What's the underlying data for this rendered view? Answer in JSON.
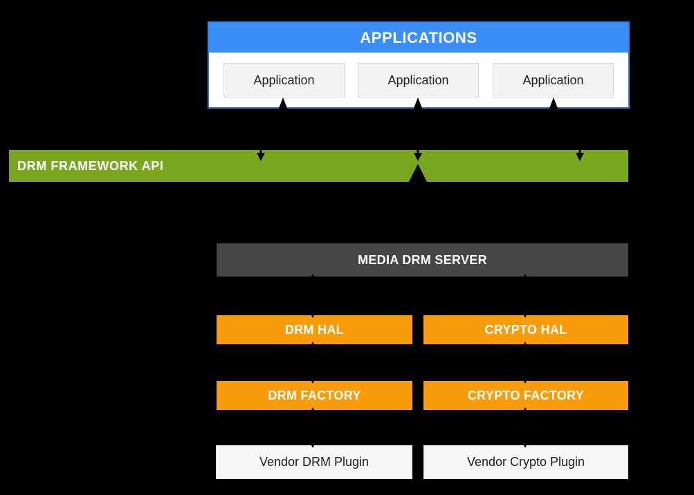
{
  "diagram": {
    "applications": {
      "header": "APPLICATIONS",
      "items": [
        {
          "label": "Application"
        },
        {
          "label": "Application"
        },
        {
          "label": "Application"
        }
      ]
    },
    "framework_api": {
      "label": "DRM FRAMEWORK API"
    },
    "media_drm_server": {
      "label": "MEDIA DRM SERVER"
    },
    "hals": [
      {
        "label": "DRM HAL"
      },
      {
        "label": "CRYPTO HAL"
      }
    ],
    "factories": [
      {
        "label": "DRM FACTORY"
      },
      {
        "label": "CRYPTO FACTORY"
      }
    ],
    "plugins": [
      {
        "label": "Vendor DRM Plugin"
      },
      {
        "label": "Vendor Crypto Plugin"
      }
    ],
    "colors": {
      "background": "#000000",
      "applications_header_blue": "#3b8ef6",
      "applications_border_blue": "#2f7fe2",
      "framework_green": "#7aa620",
      "media_server_gray": "#454545",
      "hal_orange": "#f99c0b",
      "light_box_fill": "#f3f3f3",
      "arrow_black": "#000000"
    }
  }
}
